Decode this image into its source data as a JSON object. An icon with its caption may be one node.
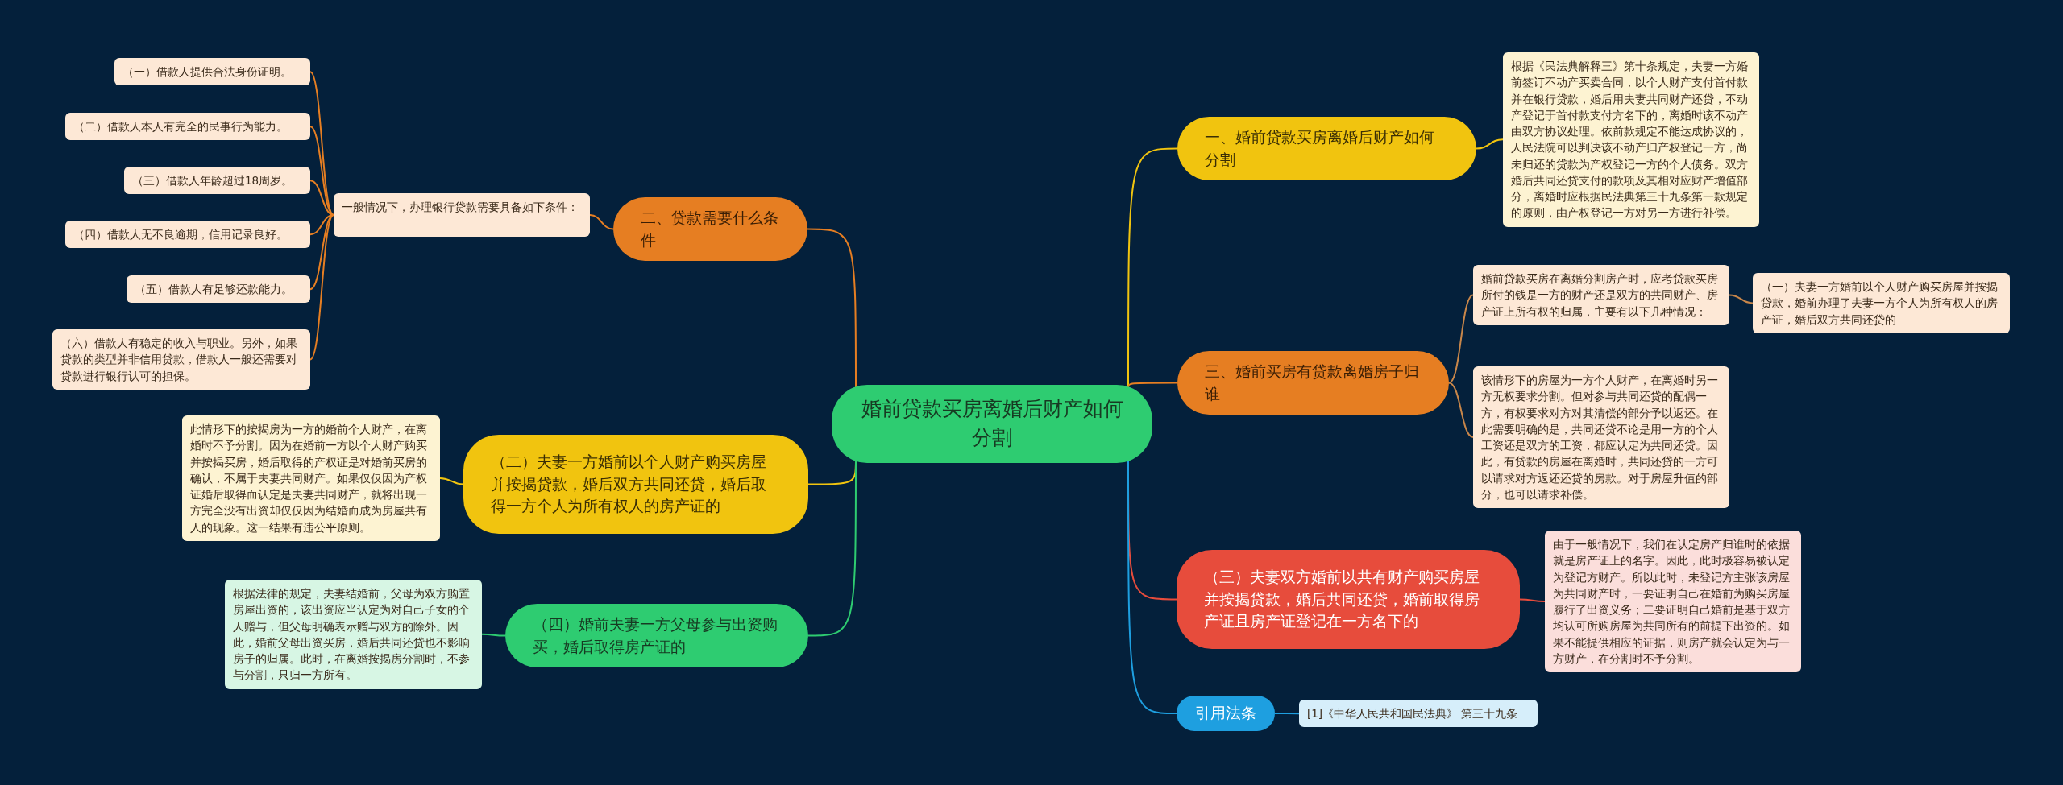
{
  "diagram": {
    "nodes": [
      {
        "text": [
          "婚前贷款买房离婚后财产如何分割"
        ]
      },
      {
        "text": [
          "一、婚前贷款买房离婚后财产如何分割"
        ]
      },
      {
        "text": [
          "根据《民法典解释三》第十条规定，夫妻一方婚前签订不动产买卖合同，以个人财产支付首付款并在银行贷款，婚后用夫妻共同财产还贷，不动产登记于首付款支付方名下的，离婚时该不动产由双方协议处理。依前款规定不能达成协议的，人民法院可以判决该不动产归产权登记一方，尚未归还的贷款为产权登记一方的个人债务。双方婚后共同还贷支付的款项及其相对应财产增值部分，离婚时应根据民法典第三十九条第一款规定的原则，由产权登记一方对另一方进行补偿。"
        ]
      },
      {
        "text": [
          "二、贷款需要什么条件"
        ]
      },
      {
        "text": [
          "一般情况下，办理银行贷款需要具备如下条件："
        ]
      },
      {
        "text": [
          "（一）借款人提供合法身份证明。"
        ]
      },
      {
        "text": [
          "（二）借款人本人有完全的民事行为能力。"
        ]
      },
      {
        "text": [
          "（三）借款人年龄超过18周岁。"
        ]
      },
      {
        "text": [
          "（四）借款人无不良逾期，信用记录良好。"
        ]
      },
      {
        "text": [
          "（五）借款人有足够还款能力。"
        ]
      },
      {
        "text": [
          "（六）借款人有稳定的收入与职业。另外，如果贷款的类型并非信用贷款，借款人一般还需要对贷款进行银行认可的担保。"
        ]
      },
      {
        "text": [
          "三、婚前买房有贷款离婚房子归谁"
        ]
      },
      {
        "text": [
          "婚前贷款买房在离婚分割房产时，应考贷款买房所付的钱是一方的财产还是双方的共同财产、房产证上所有权的归属，主要有以下几种情况："
        ]
      },
      {
        "text": [
          "（一）夫妻一方婚前以个人财产购买房屋并按揭贷款，婚前办理了夫妻一方个人为所有权人的房产证，婚后双方共同还贷的"
        ]
      },
      {
        "text": [
          "该情形下的房屋为一方个人财产，在离婚时另一方无权要求分割。但对参与共同还贷的配偶一方，有权要求对方对其清偿的部分予以返还。在此需要明确的是，共同还贷不论是用一方的个人工资还是双方的工资，都应认定为共同还贷。因此，有贷款的房屋在离婚时，共同还贷的一方可以请求对方返还还贷的房款。对于房屋升值的部分，也可以请求补偿。"
        ]
      },
      {
        "text": [
          "（三）夫妻双方婚前以共有财产购买房屋并按揭贷款，婚后共同还贷，婚前取得房产证且房产证登记在一方名下的"
        ]
      },
      {
        "text": [
          "由于一般情况下，我们在认定房产归谁时的依据就是房产证上的名字。因此，此时极容易被认定为登记方财产。所以此时，未登记方主张该房屋为共同财产时，一要证明自己在婚前为购买房屋履行了出资义务；二要证明自己婚前是基于双方均认可所购房屋为共同所有的前提下出资的。如果不能提供相应的证据，则房产就会认定为与一方财产，在分割时不予分割。"
        ]
      },
      {
        "text": [
          "引用法条"
        ]
      },
      {
        "text": [
          "[1]《中华人民共和国民法典》 第三十九条"
        ]
      },
      {
        "text": [
          "（二）夫妻一方婚前以个人财产购买房屋并按揭贷款，婚后双方共同还贷，婚后取得一方个人为所有权人的房产证的"
        ]
      },
      {
        "text": [
          "此情形下的按揭房为一方的婚前个人财产，在离婚时不予分割。因为在婚前一方以个人财产购买并按揭买房，婚后取得的产权证是对婚前买房的确认，不属于夫妻共同财产。如果仅仅因为产权证婚后取得而认定是夫妻共同财产，就将出现一方完全没有出资却仅仅因为结婚而成为房屋共有人的现象。这一结果有违公平原则。"
        ]
      },
      {
        "text": [
          "（四）婚前夫妻一方父母参与出资购买，婚后取得房产证的"
        ]
      },
      {
        "text": [
          "根据法律的规定，夫妻结婚前，父母为双方购置房屋出资的，该出资应当认定为对自己子女的个人赠与，但父母明确表示赠与双方的除外。因此，婚前父母出资买房，婚后共同还贷也不影响房子的归属。此时，在离婚按揭房分割时，不参与分割，只归一方所有。"
        ]
      }
    ],
    "edges": [
      {
        "from": 0,
        "to": 1,
        "arrow": "none",
        "color": "#f1c40f"
      },
      {
        "from": 1,
        "to": 2,
        "arrow": "none",
        "color": "#f1c40f"
      },
      {
        "from": 0,
        "to": 3,
        "arrow": "none",
        "color": "#e67e22"
      },
      {
        "from": 3,
        "to": 4,
        "arrow": "none",
        "color": "#e67e22"
      },
      {
        "from": 4,
        "to": 5,
        "arrow": "none",
        "color": "#e67e22"
      },
      {
        "from": 4,
        "to": 6,
        "arrow": "none",
        "color": "#e67e22"
      },
      {
        "from": 4,
        "to": 7,
        "arrow": "none",
        "color": "#e67e22"
      },
      {
        "from": 4,
        "to": 8,
        "arrow": "none",
        "color": "#e67e22"
      },
      {
        "from": 4,
        "to": 9,
        "arrow": "none",
        "color": "#e67e22"
      },
      {
        "from": 4,
        "to": 10,
        "arrow": "none",
        "color": "#e67e22"
      },
      {
        "from": 0,
        "to": 11,
        "arrow": "none",
        "color": "#e67e22"
      },
      {
        "from": 11,
        "to": 12,
        "arrow": "none",
        "color": "#c8864a"
      },
      {
        "from": 12,
        "to": 13,
        "arrow": "none",
        "color": "#c8864a"
      },
      {
        "from": 11,
        "to": 14,
        "arrow": "none",
        "color": "#c8864a"
      },
      {
        "from": 0,
        "to": 15,
        "arrow": "none",
        "color": "#e74c3c"
      },
      {
        "from": 15,
        "to": 16,
        "arrow": "none",
        "color": "#e74c3c"
      },
      {
        "from": 0,
        "to": 17,
        "arrow": "none",
        "color": "#1e9fe0"
      },
      {
        "from": 17,
        "to": 18,
        "arrow": "none",
        "color": "#1e9fe0"
      },
      {
        "from": 0,
        "to": 19,
        "arrow": "none",
        "color": "#f1c40f"
      },
      {
        "from": 19,
        "to": 20,
        "arrow": "none",
        "color": "#f1c40f"
      },
      {
        "from": 0,
        "to": 21,
        "arrow": "none",
        "color": "#2ecc71"
      },
      {
        "from": 21,
        "to": 22,
        "arrow": "none",
        "color": "#2ecc71"
      }
    ]
  }
}
